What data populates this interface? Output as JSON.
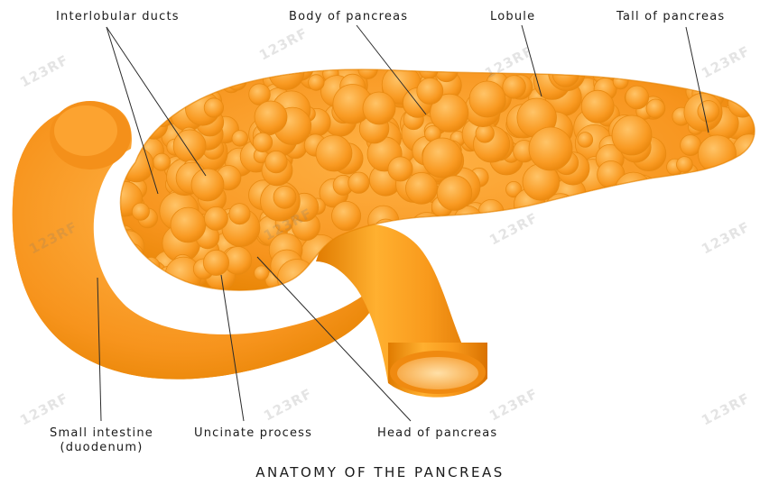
{
  "title": "ANATOMY OF THE PANCREAS",
  "labels": {
    "interlobular_ducts": "Interlobular ducts",
    "body_of_pancreas": "Body of pancreas",
    "lobule": "Lobule",
    "tail_of_pancreas": "Tall of pancreas",
    "small_intestine_line1": "Small intestine",
    "small_intestine_line2": "(duodenum)",
    "uncinate_process": "Uncinate process",
    "head_of_pancreas": "Head of pancreas"
  },
  "watermark": "123RF",
  "colors": {
    "organ_light": "#ffb347",
    "organ_mid": "#f7941d",
    "organ_dark": "#e07b00",
    "lobule_highlight": "#ffc060"
  }
}
